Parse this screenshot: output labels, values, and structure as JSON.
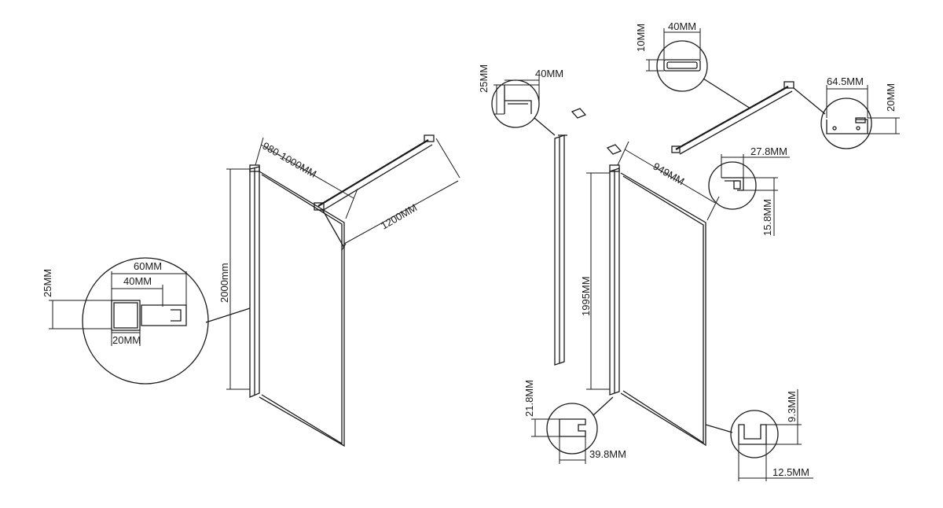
{
  "labels": {
    "w1": "980-1000MM",
    "l1": "1200MM",
    "h1": "2000mm",
    "d60": "60MM",
    "d40": "40MM",
    "d25": "25MM",
    "d20": "20MM",
    "r25": "25MM",
    "r40": "40MM",
    "r10": "10MM",
    "r40b": "40MM",
    "r645": "64.5MM",
    "r20": "20MM",
    "r278": "27.8MM",
    "r158": "15.8MM",
    "w949": "949MM",
    "h1995": "1995MM",
    "r218": "21.8MM",
    "r398": "39.8MM",
    "r93": "9.3MM",
    "r125": "12.5MM"
  }
}
